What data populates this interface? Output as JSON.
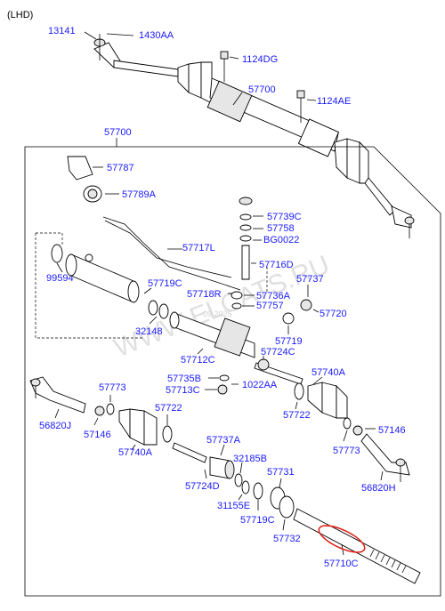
{
  "header": {
    "variant": "(LHD)"
  },
  "watermark": {
    "text": "WWW.ELCATS.RU",
    "code": "09.2025"
  },
  "highlight_color": "#e0241b",
  "label_color": "#1a1aff",
  "labels": {
    "p13141": "13141",
    "p1430AA": "1430AA",
    "p1124DG": "1124DG",
    "p57700_top": "57700",
    "p1124AE": "1124AE",
    "p57700_box": "57700",
    "p57787": "57787",
    "p57789A": "57789A",
    "p57739C": "57739C",
    "p57758": "57758",
    "pBG0022": "BG0022",
    "p57717L": "57717L",
    "p57716D": "57716D",
    "p99594": "99594",
    "p57719C_a": "57719C",
    "p57737": "57737",
    "p57718R": "57718R",
    "p57736A": "57736A",
    "p57757": "57757",
    "p57720": "57720",
    "p32148": "32148",
    "p57719": "57719",
    "p57712C": "57712C",
    "p57724C": "57724C",
    "p57740A_r": "57740A",
    "p57735B": "57735B",
    "p1022AA": "1022AA",
    "p57713C": "57713C",
    "p57773_l": "57773",
    "p57722_l": "57722",
    "p57722_r": "57722",
    "p56820J": "56820J",
    "p57146_l": "57146",
    "p57146_r": "57146",
    "p57740A_l": "57740A",
    "p57773_r": "57773",
    "p57737A": "57737A",
    "p32185B": "32185B",
    "p57724D": "57724D",
    "p57731": "57731",
    "p31155E": "31155E",
    "p56820H": "56820H",
    "p57719C_b": "57719C",
    "p57732": "57732",
    "p57710C": "57710C"
  }
}
